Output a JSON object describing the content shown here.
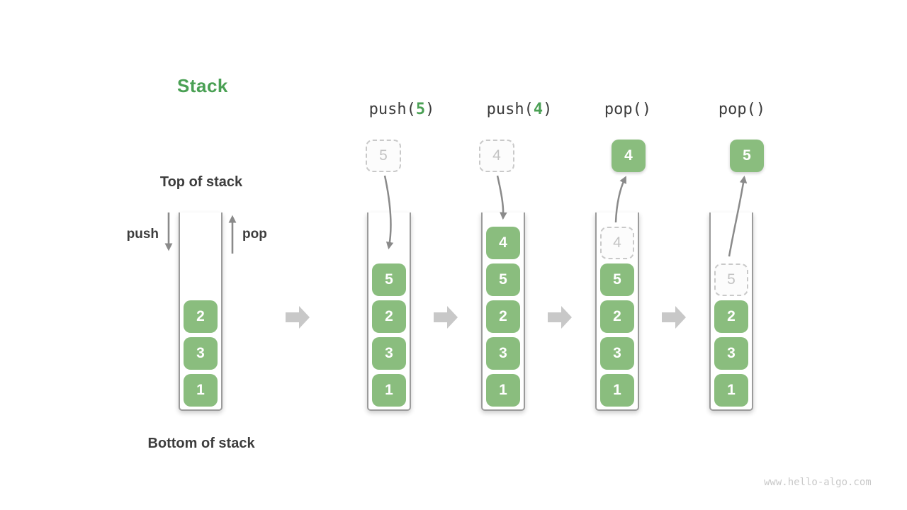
{
  "title": "Stack",
  "labels": {
    "top_of_stack": "Top of stack",
    "bottom_of_stack": "Bottom of stack",
    "push": "push",
    "pop": "pop"
  },
  "watermark": "www.hello-algo.com",
  "colors": {
    "cell_green": "#8abd7e",
    "accent_green": "#4aa054",
    "dark_text": "#3d3d3d",
    "thin_arrow_gray": "#8a8a8a",
    "block_arrow_gray": "#c8c8c8",
    "ghost_gray": "#c9c9c9"
  },
  "initial_stack": {
    "cells": [
      "2",
      "3",
      "1"
    ]
  },
  "columns": [
    {
      "op": {
        "prefix": "push(",
        "arg": "5",
        "suffix": ")"
      },
      "float": {
        "value": "5",
        "type": "dashed"
      },
      "cells": [
        "5",
        "2",
        "3",
        "1"
      ]
    },
    {
      "op": {
        "prefix": "push(",
        "arg": "4",
        "suffix": ")"
      },
      "float": {
        "value": "4",
        "type": "dashed"
      },
      "cells": [
        "4",
        "5",
        "2",
        "3",
        "1"
      ]
    },
    {
      "op": {
        "prefix": "pop(",
        "arg": "",
        "suffix": ")"
      },
      "float": {
        "value": "4",
        "type": "solid"
      },
      "ghost": "4",
      "cells": [
        "5",
        "2",
        "3",
        "1"
      ]
    },
    {
      "op": {
        "prefix": "pop(",
        "arg": "",
        "suffix": ")"
      },
      "float": {
        "value": "5",
        "type": "solid"
      },
      "ghost": "5",
      "cells": [
        "2",
        "3",
        "1"
      ]
    }
  ]
}
